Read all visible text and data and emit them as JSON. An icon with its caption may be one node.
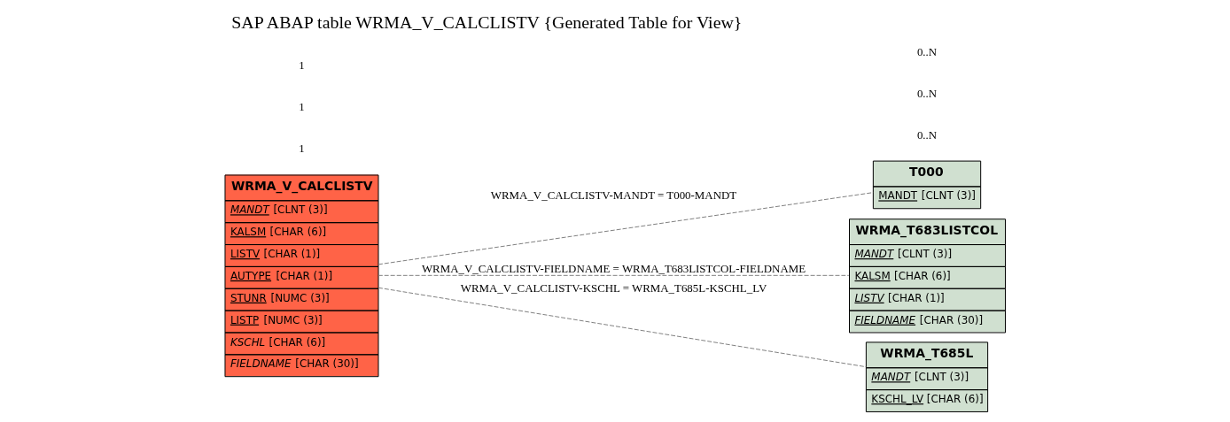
{
  "diagram": {
    "title": "SAP ABAP table WRMA_V_CALCLISTV {Generated Table for View}",
    "nodes": [
      {
        "text": [
          "WRMA_V_CALCLISTV",
          "MANDT [CLNT (3)]",
          "KALSM [CHAR (6)]",
          "LISTV [CHAR (1)]",
          "AUTYPE [CHAR (1)]",
          "STUNR [NUMC (3)]",
          "LISTP [NUMC (3)]",
          "KSCHL [CHAR (6)]",
          "FIELDNAME [CHAR (30)]"
        ]
      },
      {
        "text": [
          "T000",
          "MANDT [CLNT (3)]"
        ]
      },
      {
        "text": [
          "WRMA_T683LISTCOL",
          "MANDT [CLNT (3)]",
          "KALSM [CHAR (6)]",
          "LISTV [CHAR (1)]",
          "FIELDNAME [CHAR (30)]"
        ]
      },
      {
        "text": [
          "WRMA_T685L",
          "MANDT [CLNT (3)]",
          "KSCHL_LV [CHAR (6)]"
        ]
      }
    ],
    "edges": [
      {
        "from": 0,
        "to": 1,
        "arrow": "none",
        "label": "WRMA_V_CALCLISTV-MANDT = T000-MANDT",
        "style": "dashed"
      },
      {
        "from": 0,
        "to": 2,
        "arrow": "none",
        "label": "WRMA_V_CALCLISTV-FIELDNAME = WRMA_T683LISTCOL-FIELDNAME",
        "style": "dashed"
      },
      {
        "from": 0,
        "to": 3,
        "arrow": "none",
        "label": "WRMA_V_CALCLISTV-KSCHL = WRMA_T685L-KSCHL_LV",
        "style": "dashed"
      }
    ],
    "labels": [
      "0..N",
      "1",
      "1",
      "0..N",
      "1",
      "0..N"
    ]
  }
}
